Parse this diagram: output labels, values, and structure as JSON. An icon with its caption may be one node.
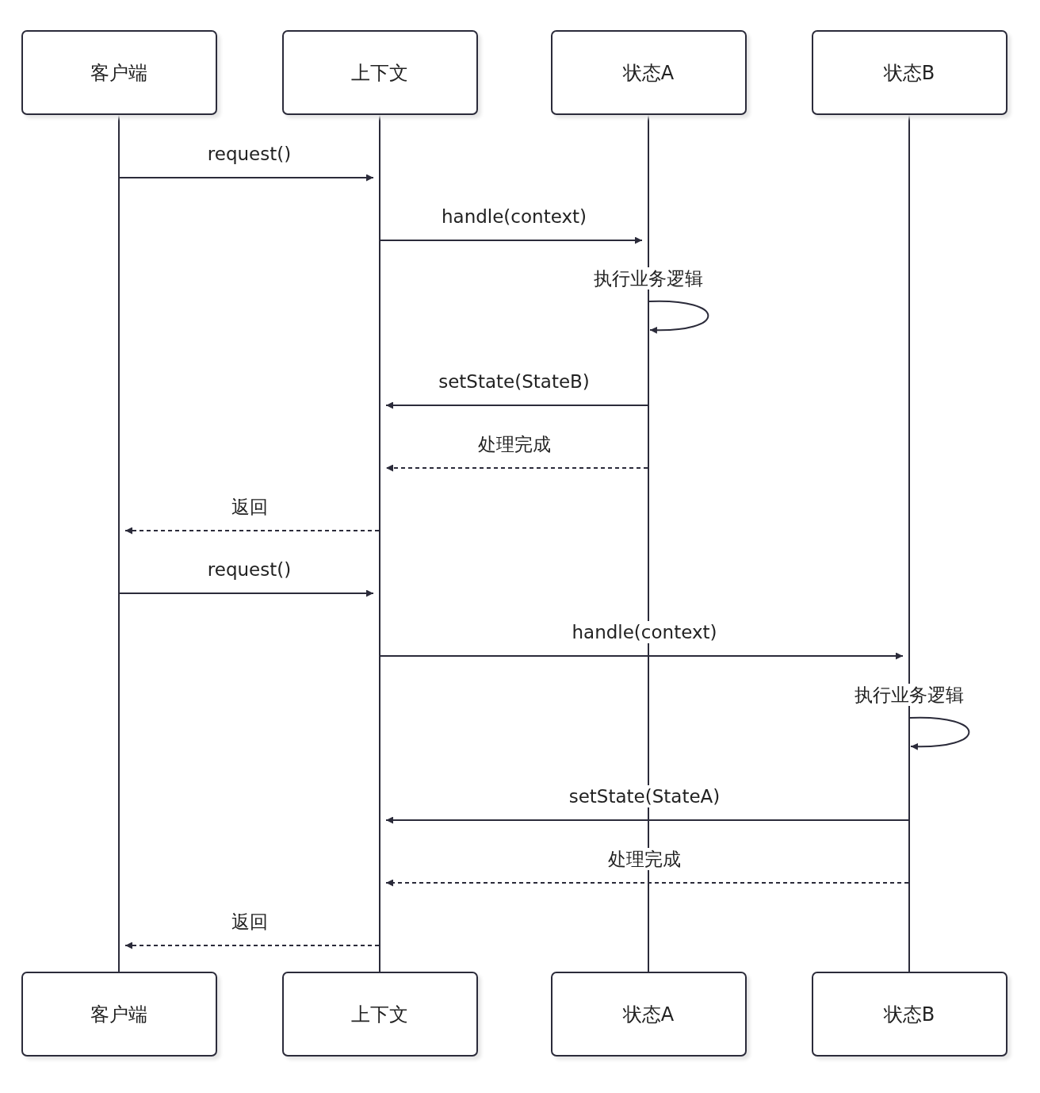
{
  "diagram": {
    "nodes": [
      {
        "text": [
          "客户端"
        ]
      },
      {
        "text": [
          "上下文"
        ]
      },
      {
        "text": [
          "状态A"
        ]
      },
      {
        "text": [
          "状态B"
        ]
      },
      {
        "text": [
          "客户端"
        ]
      },
      {
        "text": [
          "上下文"
        ]
      },
      {
        "text": [
          "状态A"
        ]
      },
      {
        "text": [
          "状态B"
        ]
      },
      {
        "text": [],
        "shape": "bar"
      },
      {
        "text": [],
        "shape": "bar"
      },
      {
        "text": [],
        "shape": "bar"
      },
      {
        "text": [],
        "shape": "bar"
      }
    ],
    "edges": [
      {
        "from": 8,
        "to": 9,
        "arrow": "to",
        "label": "request()"
      },
      {
        "from": 9,
        "to": 10,
        "arrow": "to",
        "label": "handle(context)"
      },
      {
        "from": 10,
        "to": 10,
        "arrow": "to",
        "label": "执行业务逻辑"
      },
      {
        "from": 10,
        "to": 9,
        "arrow": "to",
        "label": "setState(StateB)"
      },
      {
        "from": 10,
        "to": 9,
        "arrow": "to",
        "label": "处理完成",
        "style": "dashed"
      },
      {
        "from": 9,
        "to": 8,
        "arrow": "to",
        "label": "返回",
        "style": "dashed"
      },
      {
        "from": 8,
        "to": 9,
        "arrow": "to",
        "label": "request()"
      },
      {
        "from": 9,
        "to": 11,
        "arrow": "to",
        "label": "handle(context)"
      },
      {
        "from": 11,
        "to": 11,
        "arrow": "to",
        "label": "执行业务逻辑"
      },
      {
        "from": 11,
        "to": 9,
        "arrow": "to",
        "label": "setState(StateA)"
      },
      {
        "from": 11,
        "to": 9,
        "arrow": "to",
        "label": "处理完成",
        "style": "dashed"
      },
      {
        "from": 9,
        "to": 8,
        "arrow": "to",
        "label": "返回",
        "style": "dashed"
      }
    ]
  }
}
